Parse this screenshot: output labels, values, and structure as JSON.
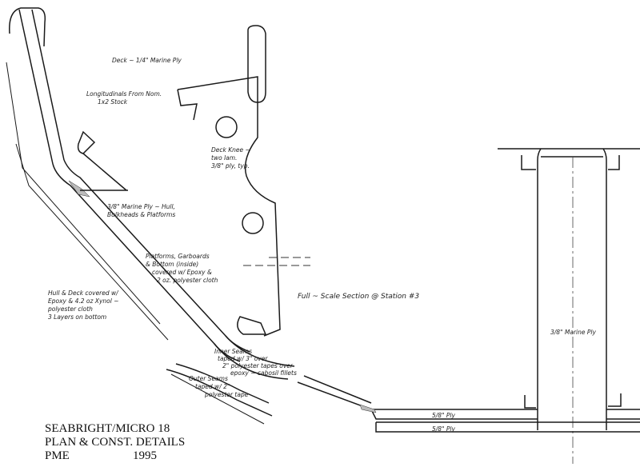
{
  "labels": {
    "deck": "Deck ~ 1/4\" Marine Ply",
    "longitudinals_1": "Longitudinals From Nom.",
    "longitudinals_2": "1x2 Stock",
    "deck_knee_1": "Deck Knee ~",
    "deck_knee_2": "two lam.",
    "deck_knee_3": "3/8\" ply, typ.",
    "marine_ply_1": "3/8\" Marine Ply ~ Hull,",
    "marine_ply_2": "Bulkheads & Platforms",
    "platforms_1": "Platforms, Garboards",
    "platforms_2": "& Bottom (inside)",
    "platforms_3": "covered w/ Epoxy &",
    "platforms_4": "2 oz. polyester cloth",
    "hull_deck_1": "Hull & Deck covered w/",
    "hull_deck_2": "Epoxy & 4.2 oz Xynol ~",
    "hull_deck_3": "polyester cloth",
    "hull_deck_4": "3 Layers on bottom",
    "section": "Full ~ Scale Section @ Station #3",
    "inner_seams_1": "Inner Seams",
    "inner_seams_2": "taped w/ 3\" over",
    "inner_seams_3": "2\" polyester tapes over",
    "inner_seams_4": "epoxy ~ cabosil fillets",
    "outer_seams_1": "Outer Seams",
    "outer_seams_2": "taped w/ 2\"",
    "outer_seams_3": "polyester tape",
    "marine_ply_right": "3/8\" Marine Ply",
    "ply_upper": "5/8\" Ply",
    "ply_lower": "5/8\" Ply"
  },
  "title_block": {
    "line1": "SEABRIGHT/MICRO 18",
    "line2": "PLAN & CONST. DETAILS",
    "designer": "PME",
    "year": "1995"
  }
}
